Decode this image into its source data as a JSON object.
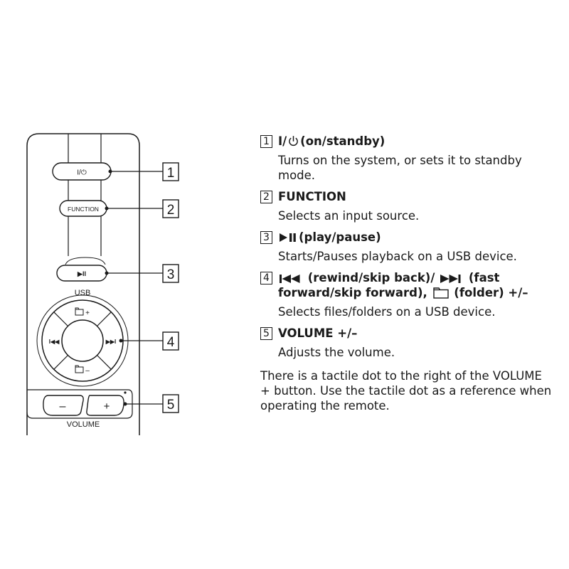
{
  "remote": {
    "power_key": "I/⏻",
    "function_key": "FUNCTION",
    "play_key": "▶II",
    "usb_label": "USB",
    "folder_plus_key": "+",
    "folder_minus_key": "–",
    "rewind_key": "I◀◀",
    "forward_key": "▶▶I",
    "volume_minus_key": "–",
    "volume_plus_key": "+",
    "volume_label": "VOLUME"
  },
  "callouts": [
    "1",
    "2",
    "3",
    "4",
    "5"
  ],
  "items": [
    {
      "number": "1",
      "title_prefix": "I/",
      "title_icon": "power-standby-icon",
      "title_suffix": "(on/standby)",
      "description": "Turns on the system, or sets it to standby mode."
    },
    {
      "number": "2",
      "title": "FUNCTION",
      "description": "Selects an input source."
    },
    {
      "number": "3",
      "title_icon": "play-pause-icon",
      "title_suffix": "(play/pause)",
      "description": "Starts/Pauses playback on a USB device."
    },
    {
      "number": "4",
      "title_line1_a": "(rewind/skip back)/",
      "title_line1_b": "(fast",
      "title_line2_a": "forward/skip forward),",
      "title_line2_b": "(folder) +/–",
      "icons": [
        "rewind-icon",
        "fast-forward-icon",
        "folder-icon"
      ],
      "description": "Selects files/folders on a USB device."
    },
    {
      "number": "5",
      "title": "VOLUME +/–",
      "description": "Adjusts the volume."
    }
  ],
  "note": "There is a tactile dot to the right of the VOLUME + button. Use the tactile dot as a reference when operating the remote."
}
